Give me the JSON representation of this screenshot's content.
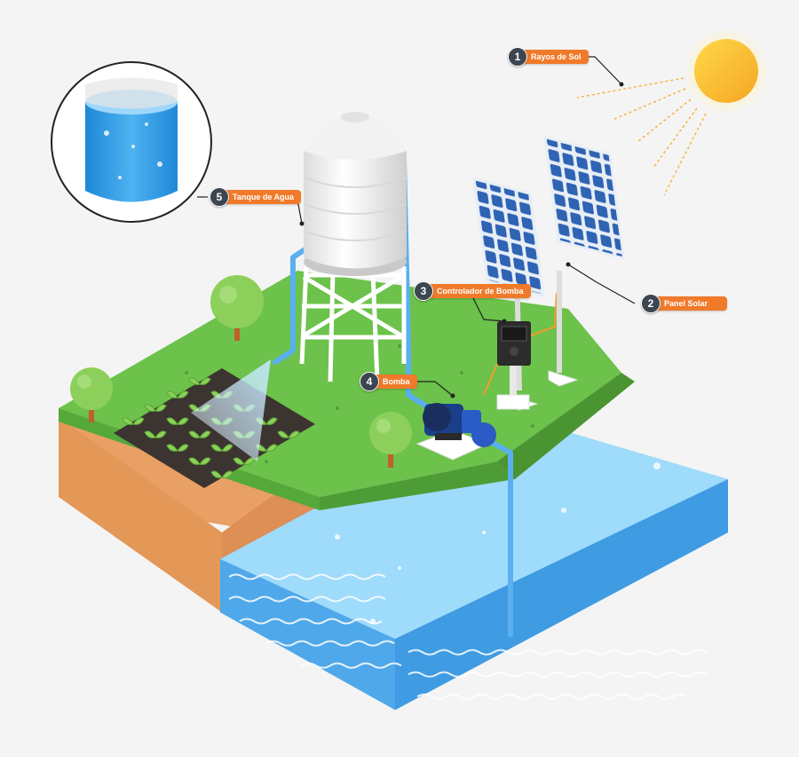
{
  "callouts": [
    {
      "number": "1",
      "label": "Rayos de Sol"
    },
    {
      "number": "2",
      "label": "Panel Solar"
    },
    {
      "number": "3",
      "label": "Controlador de Bomba"
    },
    {
      "number": "4",
      "label": "Bomba"
    },
    {
      "number": "5",
      "label": "Tanque de Agua"
    }
  ],
  "colors": {
    "background": "#f4f4f4",
    "grass": "#6cc24a",
    "soil": "#e9a064",
    "water": "#5fb8f0",
    "pipe": "#5ab0ef",
    "panel": "#2c5aa0",
    "sun": "#ffc21a",
    "callout_label": "#f07a2a",
    "callout_number": "#3b4651"
  },
  "icons": [
    "sun-icon",
    "solar-panel-icon",
    "pump-controller-icon",
    "pump-icon",
    "water-tank-icon",
    "tree-icon",
    "plant-icon"
  ]
}
